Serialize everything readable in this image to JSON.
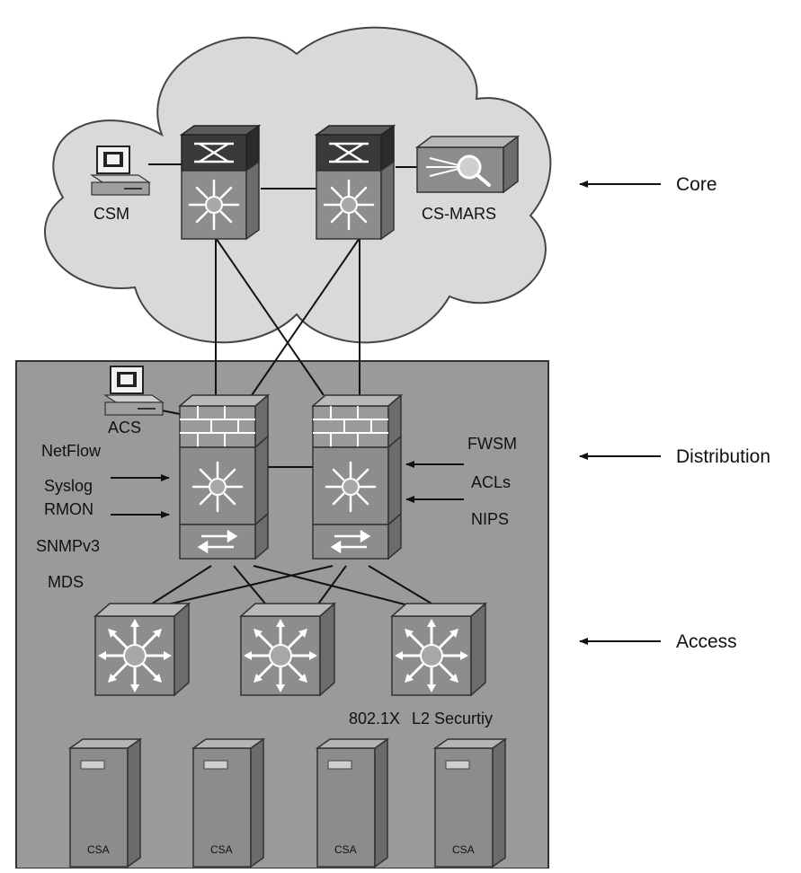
{
  "core": {
    "csm_label": "CSM",
    "csmars_label": "CS-MARS",
    "layer_label": "Core"
  },
  "distribution": {
    "acs_label": "ACS",
    "left_features": [
      "NetFlow",
      "Syslog",
      "RMON",
      "SNMPv3",
      "MDS"
    ],
    "right_features": [
      "FWSM",
      "ACLs",
      "NIPS"
    ],
    "layer_label": "Distribution"
  },
  "access": {
    "layer_label": "Access",
    "feature_8021x": "802.1X",
    "feature_l2": "L2 Securtiy",
    "server_label": "CSA"
  },
  "colors": {
    "cloud": "#d9d9d9",
    "building": "#9a9a9a",
    "device": "#8f8f8f",
    "device_dark": "#3c3c3c"
  }
}
